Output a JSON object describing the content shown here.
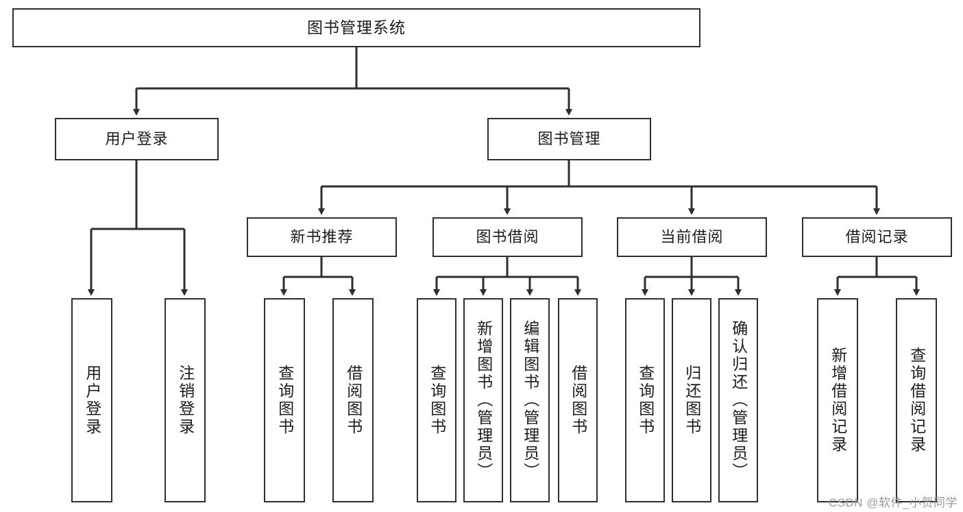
{
  "diagram": {
    "title": "图书管理系统",
    "type": "tree",
    "watermark": "CSDN @软件_小贺同学",
    "colors": {
      "box_border": "#2e2e2e",
      "box_fill": "#ffffff",
      "connector": "#2e2e2e",
      "text": "#1c1c1c",
      "watermark": "#9a9a9a"
    },
    "root": {
      "label": "图书管理系统"
    },
    "level2": [
      {
        "id": "user-login",
        "label": "用户登录"
      },
      {
        "id": "book-manage",
        "label": "图书管理"
      }
    ],
    "level3": [
      {
        "id": "new-book-recommend",
        "label": "新书推荐",
        "parent": "book-manage"
      },
      {
        "id": "book-borrow",
        "label": "图书借阅",
        "parent": "book-manage"
      },
      {
        "id": "current-borrow",
        "label": "当前借阅",
        "parent": "book-manage"
      },
      {
        "id": "borrow-record",
        "label": "借阅记录",
        "parent": "book-manage"
      }
    ],
    "leaves": [
      {
        "id": "leaf-user-login",
        "label": "用户登录",
        "parent": "user-login"
      },
      {
        "id": "leaf-logout-login",
        "label": "注销登录",
        "parent": "user-login"
      },
      {
        "id": "leaf-query-book-rec",
        "label": "查询图书",
        "parent": "new-book-recommend"
      },
      {
        "id": "leaf-borrow-book-rec",
        "label": "借阅图书",
        "parent": "new-book-recommend"
      },
      {
        "id": "leaf-query-book-bo",
        "label": "查询图书",
        "parent": "book-borrow"
      },
      {
        "id": "leaf-add-book-admin",
        "label": "新增图书（管理员）",
        "parent": "book-borrow"
      },
      {
        "id": "leaf-edit-book-admin",
        "label": "编辑图书（管理员）",
        "parent": "book-borrow"
      },
      {
        "id": "leaf-borrow-book-bo",
        "label": "借阅图书",
        "parent": "book-borrow"
      },
      {
        "id": "leaf-query-book-cur",
        "label": "查询图书",
        "parent": "current-borrow"
      },
      {
        "id": "leaf-return-book",
        "label": "归还图书",
        "parent": "current-borrow"
      },
      {
        "id": "leaf-confirm-return-admin",
        "label": "确认归还（管理员）",
        "parent": "current-borrow"
      },
      {
        "id": "leaf-add-borrow-record",
        "label": "新增借阅记录",
        "parent": "borrow-record"
      },
      {
        "id": "leaf-query-borrow-record",
        "label": "查询借阅记录",
        "parent": "borrow-record"
      }
    ]
  }
}
